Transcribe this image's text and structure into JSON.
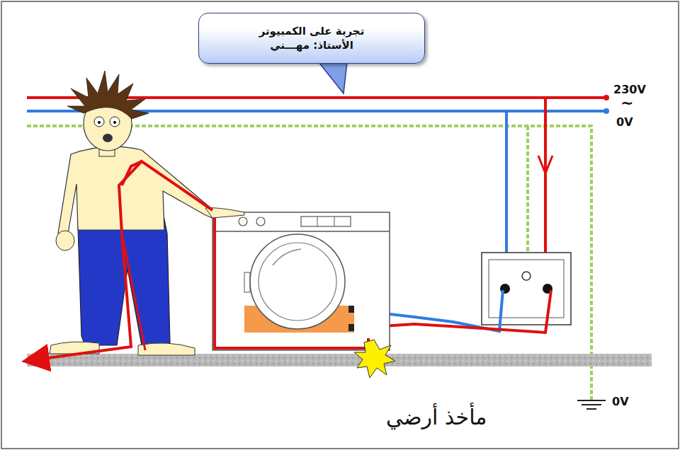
{
  "diagram": {
    "nodes": [
      {
        "text": [
          "تجربة على الكمبيوتر",
          "الأستاذ: مهـــني"
        ]
      }
    ],
    "labels": [
      "230V",
      "~",
      "0V",
      "0V",
      "مأخذ أرضي"
    ]
  }
}
